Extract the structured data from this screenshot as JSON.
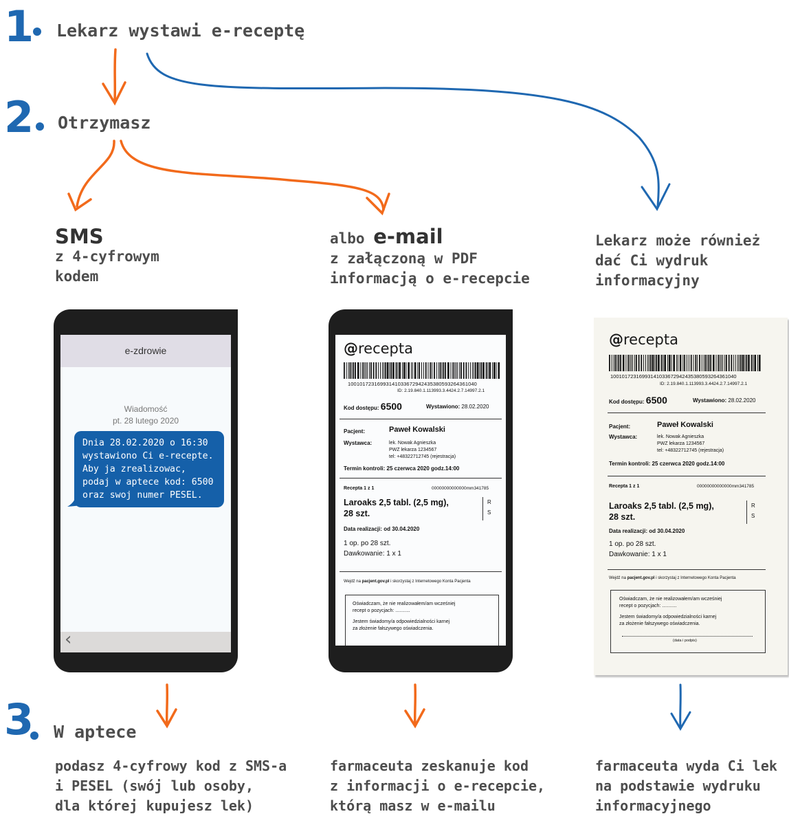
{
  "steps": [
    {
      "number": "1",
      "label": "Lekarz wystawi e-receptę"
    },
    {
      "number": "2",
      "label": "Otrzymasz"
    },
    {
      "number": "3",
      "label": "W aptece"
    }
  ],
  "options": {
    "sms": {
      "title": "SMS",
      "line1": "z 4-cyfrowym",
      "line2": "kodem"
    },
    "email": {
      "prefix": "albo ",
      "title": "e-mail",
      "line1": "z załączoną w PDF",
      "line2": "informacją o e-recepcie"
    },
    "printout": {
      "line1": "Lekarz może również",
      "line2": "dać Ci wydruk",
      "line3": "informacyjny"
    }
  },
  "sms_phone": {
    "app_title": "e-zdrowie",
    "meta_line1": "Wiadomość",
    "meta_line2": "pt. 28 lutego 2020",
    "message": "Dnia 28.02.2020 o 16:30\nwystawiono Ci e-recepte.\nAby ja zrealizowac,\npodaj w aptece kod: 6500\noraz swoj numer PESEL.",
    "back_glyph": "‹"
  },
  "prescription": {
    "logo": "recepta",
    "barcode_number": "1001017231699314103367294243538059326436104 0",
    "barcode_number_clean": "10010172316993141033672942435380593264361040",
    "id": "ID: 2.19.840.1.113993.3.4424.2.7.14997.2.1",
    "access_label": "Kod dostępu:",
    "access_code": "6500",
    "issued_label": "Wystawiono:",
    "issued_date": "28.02.2020",
    "patient_label": "Pacjent:",
    "patient_name": "Paweł Kowalski",
    "issuer_label": "Wystawca:",
    "issuer_line1": "lek. Nowak Agnieszka",
    "issuer_line2": "PWZ lekarza 1234567",
    "issuer_line3": "tel: +48322712745 (rejestracja)",
    "control_label": "Termin kontroli:",
    "control_value": "25 czerwca 2020 godz.14:00",
    "recipe_label": "Recepta 1 z 1",
    "recipe_code": "00000000000000mm341785",
    "drug_line1": "Laroaks 2,5 tabl. (2,5 mg),",
    "drug_line2": "28 szt.",
    "flag_r": "R",
    "flag_s": "S",
    "realization_label": "Data realizacji:",
    "realization_value": "od 30.04.2020",
    "dose_line1": "1 op. po 28 szt.",
    "dose_line2": "Dawkowanie: 1 x 1",
    "footer_prefix": "Wejdź na ",
    "footer_site": "pacjent.gov.pl",
    "footer_suffix": " i skorzystaj z Internetowego Konta Pacjenta",
    "decl_line1": "Oświadczam, że nie realizowałem/am wcześniej",
    "decl_line2": "recept o pozycjach: ...........",
    "decl_line3": "Jestem świadomy/a odpowiedzialności karnej",
    "decl_line4": "za złożenie fałszywego oświadczenia.",
    "sign_label": "(data i podpis)"
  },
  "results": {
    "sms": {
      "line1": "podasz 4-cyfrowy kod z SMS-a",
      "line2": "i PESEL (swój lub osoby,",
      "line3": "dla której kupujesz lek)"
    },
    "email": {
      "line1": "farmaceuta zeskanuje kod",
      "line2": "z informacji o e-recepcie,",
      "line3": "którą masz w e-mailu"
    },
    "printout": {
      "line1": "farmaceuta wyda Ci lek",
      "line2": "na podstawie wydruku",
      "line3": "informacyjnego"
    }
  },
  "colors": {
    "blue": "#1f68b1",
    "orange": "#f26a1b",
    "text": "#4d4d4d",
    "bubble": "#1560a9"
  },
  "icons": [
    "orange-down-arrow-icon",
    "blue-down-arrow-icon",
    "email-at-icon"
  ]
}
